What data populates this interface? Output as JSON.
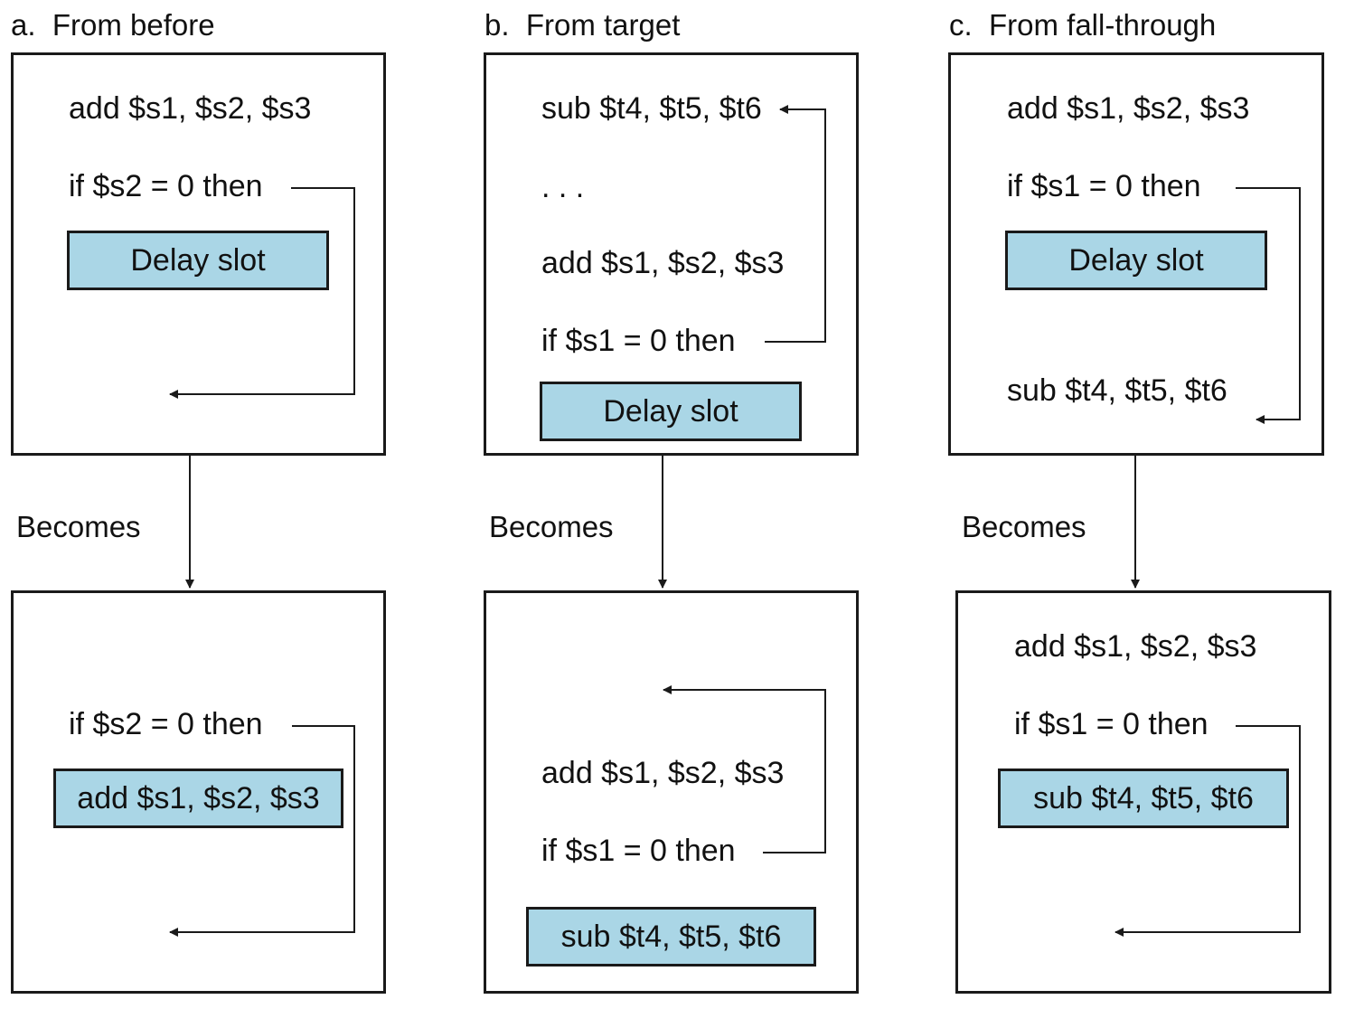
{
  "panels": {
    "a": {
      "title": "a.  From before",
      "before": {
        "line1": "add $s1, $s2, $s3",
        "line2": "if $s2 = 0 then",
        "slot": "Delay slot"
      },
      "becomes": "Becomes",
      "after": {
        "line1": "if $s2 = 0 then",
        "slot": "add $s1, $s2, $s3"
      }
    },
    "b": {
      "title": "b.  From target",
      "before": {
        "line1": "sub $t4, $t5, $t6",
        "line2": ". . .",
        "line3": "add $s1, $s2, $s3",
        "line4": "if $s1 = 0 then",
        "slot": "Delay slot"
      },
      "becomes": "Becomes",
      "after": {
        "line1": "add $s1, $s2, $s3",
        "line2": "if $s1 = 0 then",
        "slot": "sub $t4, $t5, $t6"
      }
    },
    "c": {
      "title": "c.  From fall-through",
      "before": {
        "line1": "add $s1, $s2, $s3",
        "line2": "if $s1 = 0 then",
        "slot": "Delay slot",
        "line3": "sub $t4, $t5, $t6"
      },
      "becomes": "Becomes",
      "after": {
        "line1": "add $s1, $s2, $s3",
        "line2": "if $s1 = 0 then",
        "slot": "sub $t4, $t5, $t6"
      }
    }
  },
  "colors": {
    "slot_fill": "#aad6e6",
    "line": "#1a1a1a"
  }
}
